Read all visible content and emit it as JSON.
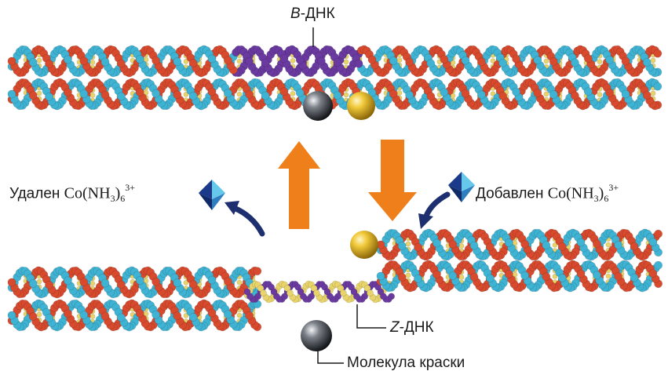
{
  "labels": {
    "b_dna_prefix": "B",
    "b_dna_suffix": "-ДНК",
    "z_dna_prefix": "Z",
    "z_dna_suffix": "-ДНК",
    "dye": "Молекула краски",
    "removed_word": "Удален",
    "added_word": "Добавлен",
    "formula_base": "Co(NH",
    "formula_sub3": "3",
    "formula_close": ")",
    "formula_sub6": "6",
    "formula_charge": "3+"
  },
  "colors": {
    "strand_red": "#d84a2e",
    "strand_cyan": "#3fb3d3",
    "strand_purple": "#6a3aa0",
    "base_yellow": "#e8d46a",
    "arrow_orange": "#ef7f1a",
    "arrow_navy": "#1d2f6e",
    "sphere_gold": "#e0b11c",
    "sphere_gray": "#55595e"
  },
  "icons": [
    "cobalt-complex-octahedron-icon",
    "up-arrow-icon",
    "down-arrow-icon",
    "curved-arrow-icon",
    "dye-sphere-icon"
  ]
}
